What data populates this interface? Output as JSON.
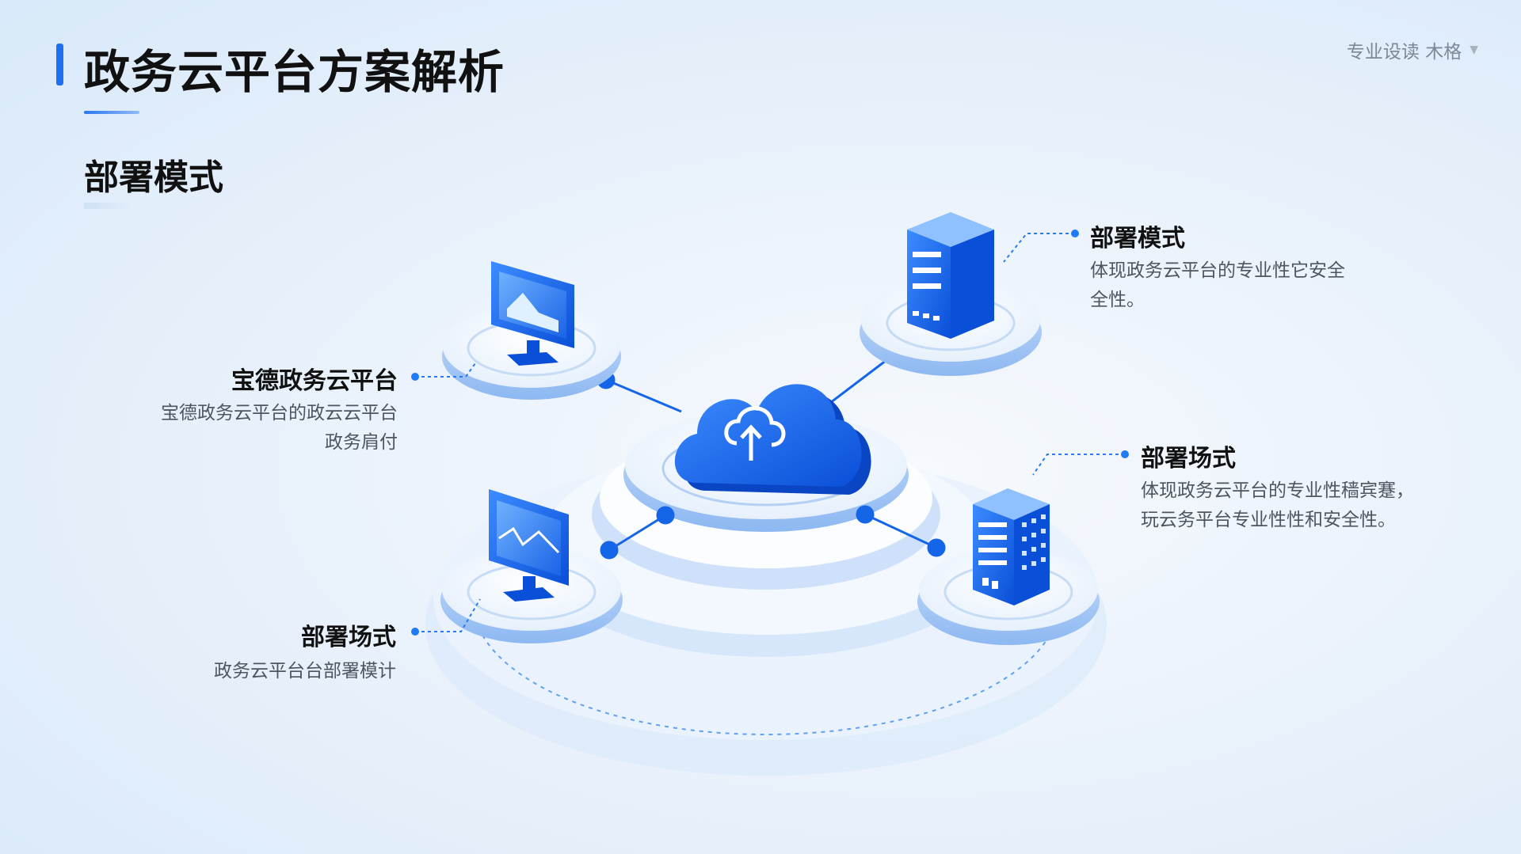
{
  "header": {
    "title": "政务云平台方案解析",
    "subtitle": "部署模式",
    "brand": "专业设读 木格",
    "brand_icon": "chevron-down-icon"
  },
  "nodes": [
    {
      "title": "宝德政务云平台",
      "desc": [
        "宝德政务云平台的政云云平台",
        "政务肩付"
      ],
      "icon": "monitor-icon"
    },
    {
      "title": "部署模式",
      "desc": [
        "体现政务云平台的专业性它安全",
        "全性。"
      ],
      "icon": "server-icon"
    },
    {
      "title": "部署场式",
      "desc": [
        "体现政务云平台的专业性穑宾蹇，",
        "玩云务平台专业性性和安全性。"
      ],
      "icon": "building-icon"
    },
    {
      "title": "部署场式",
      "desc": [
        "政务云平台台部署模计"
      ],
      "icon": "monitor-chart-icon"
    }
  ],
  "hub": {
    "icon": "cloud-upload-icon"
  },
  "colors": {
    "accent": "#1f6ff2",
    "dark_blue": "#0b4fd6",
    "light_blue": "#9cc3f7",
    "text": "#111111",
    "muted": "#4d5560"
  }
}
